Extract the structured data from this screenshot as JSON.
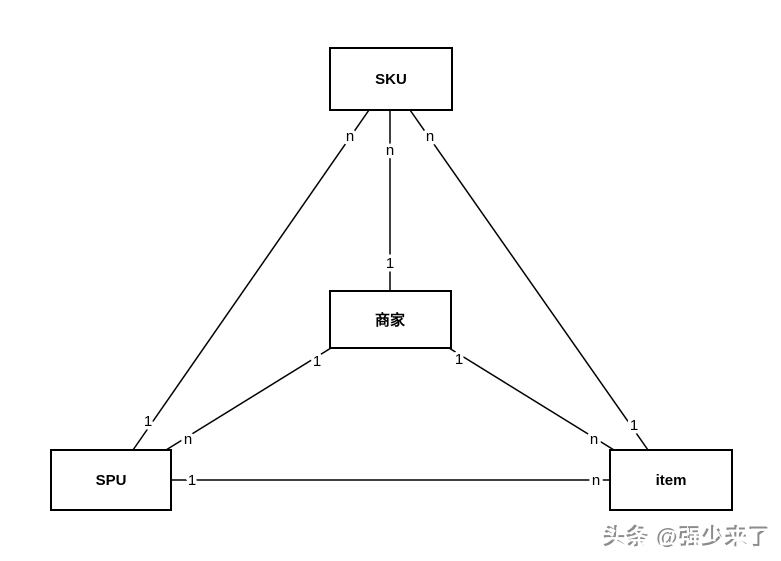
{
  "diagram": {
    "nodes": {
      "sku": {
        "label": "SKU"
      },
      "merchant": {
        "label": "商家"
      },
      "spu": {
        "label": "SPU"
      },
      "item": {
        "label": "item"
      }
    },
    "edges": {
      "sku_merchant": {
        "sku_end": "n",
        "merchant_end": "1"
      },
      "sku_spu": {
        "sku_end": "n",
        "spu_end": "1"
      },
      "sku_item": {
        "sku_end": "n",
        "item_end": "1"
      },
      "merchant_spu": {
        "merchant_end": "1",
        "spu_end": "n"
      },
      "merchant_item": {
        "merchant_end": "1",
        "item_end": "n"
      },
      "spu_item": {
        "spu_end": "1",
        "item_end": "n"
      }
    }
  },
  "watermark": {
    "text": "头条 @强少来了"
  }
}
